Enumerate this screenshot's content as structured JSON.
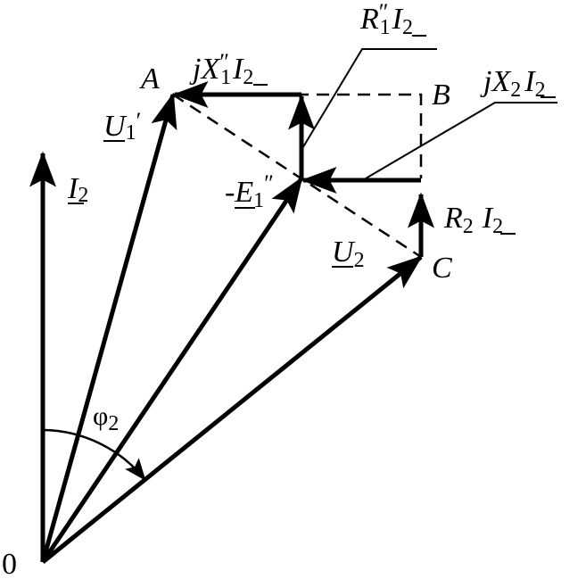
{
  "colors": {
    "ink": "#000000",
    "background": "#ffffff"
  },
  "points": {
    "origin": "0",
    "a": "A",
    "b": "B",
    "c": "C"
  },
  "vectors": {
    "i2": {
      "main": "I",
      "sub": "2"
    },
    "u1": {
      "main": "U",
      "sub": "1",
      "prime": "′"
    },
    "e1": {
      "minus": "-",
      "main": "E",
      "sub": "1",
      "prime": "″"
    },
    "u2": {
      "main": "U",
      "sub": "2"
    },
    "r2i2": {
      "r": "R",
      "r_sub": "2",
      "i": "I",
      "i_sub": "2"
    },
    "jx2i2": {
      "j": "j",
      "x": "X",
      "x_sub": "2",
      "i": "I",
      "i_sub": "2"
    },
    "r1i2": {
      "r": "R",
      "r_prime": "″",
      "r_sub": "1",
      "i": "I",
      "i_sub": "2"
    },
    "jx1i2": {
      "j": "j",
      "x": "X",
      "x_prime": "″",
      "x_sub": "1",
      "i": "I",
      "i_sub": "2"
    }
  },
  "angle": {
    "symbol": "φ",
    "sub": "2"
  }
}
